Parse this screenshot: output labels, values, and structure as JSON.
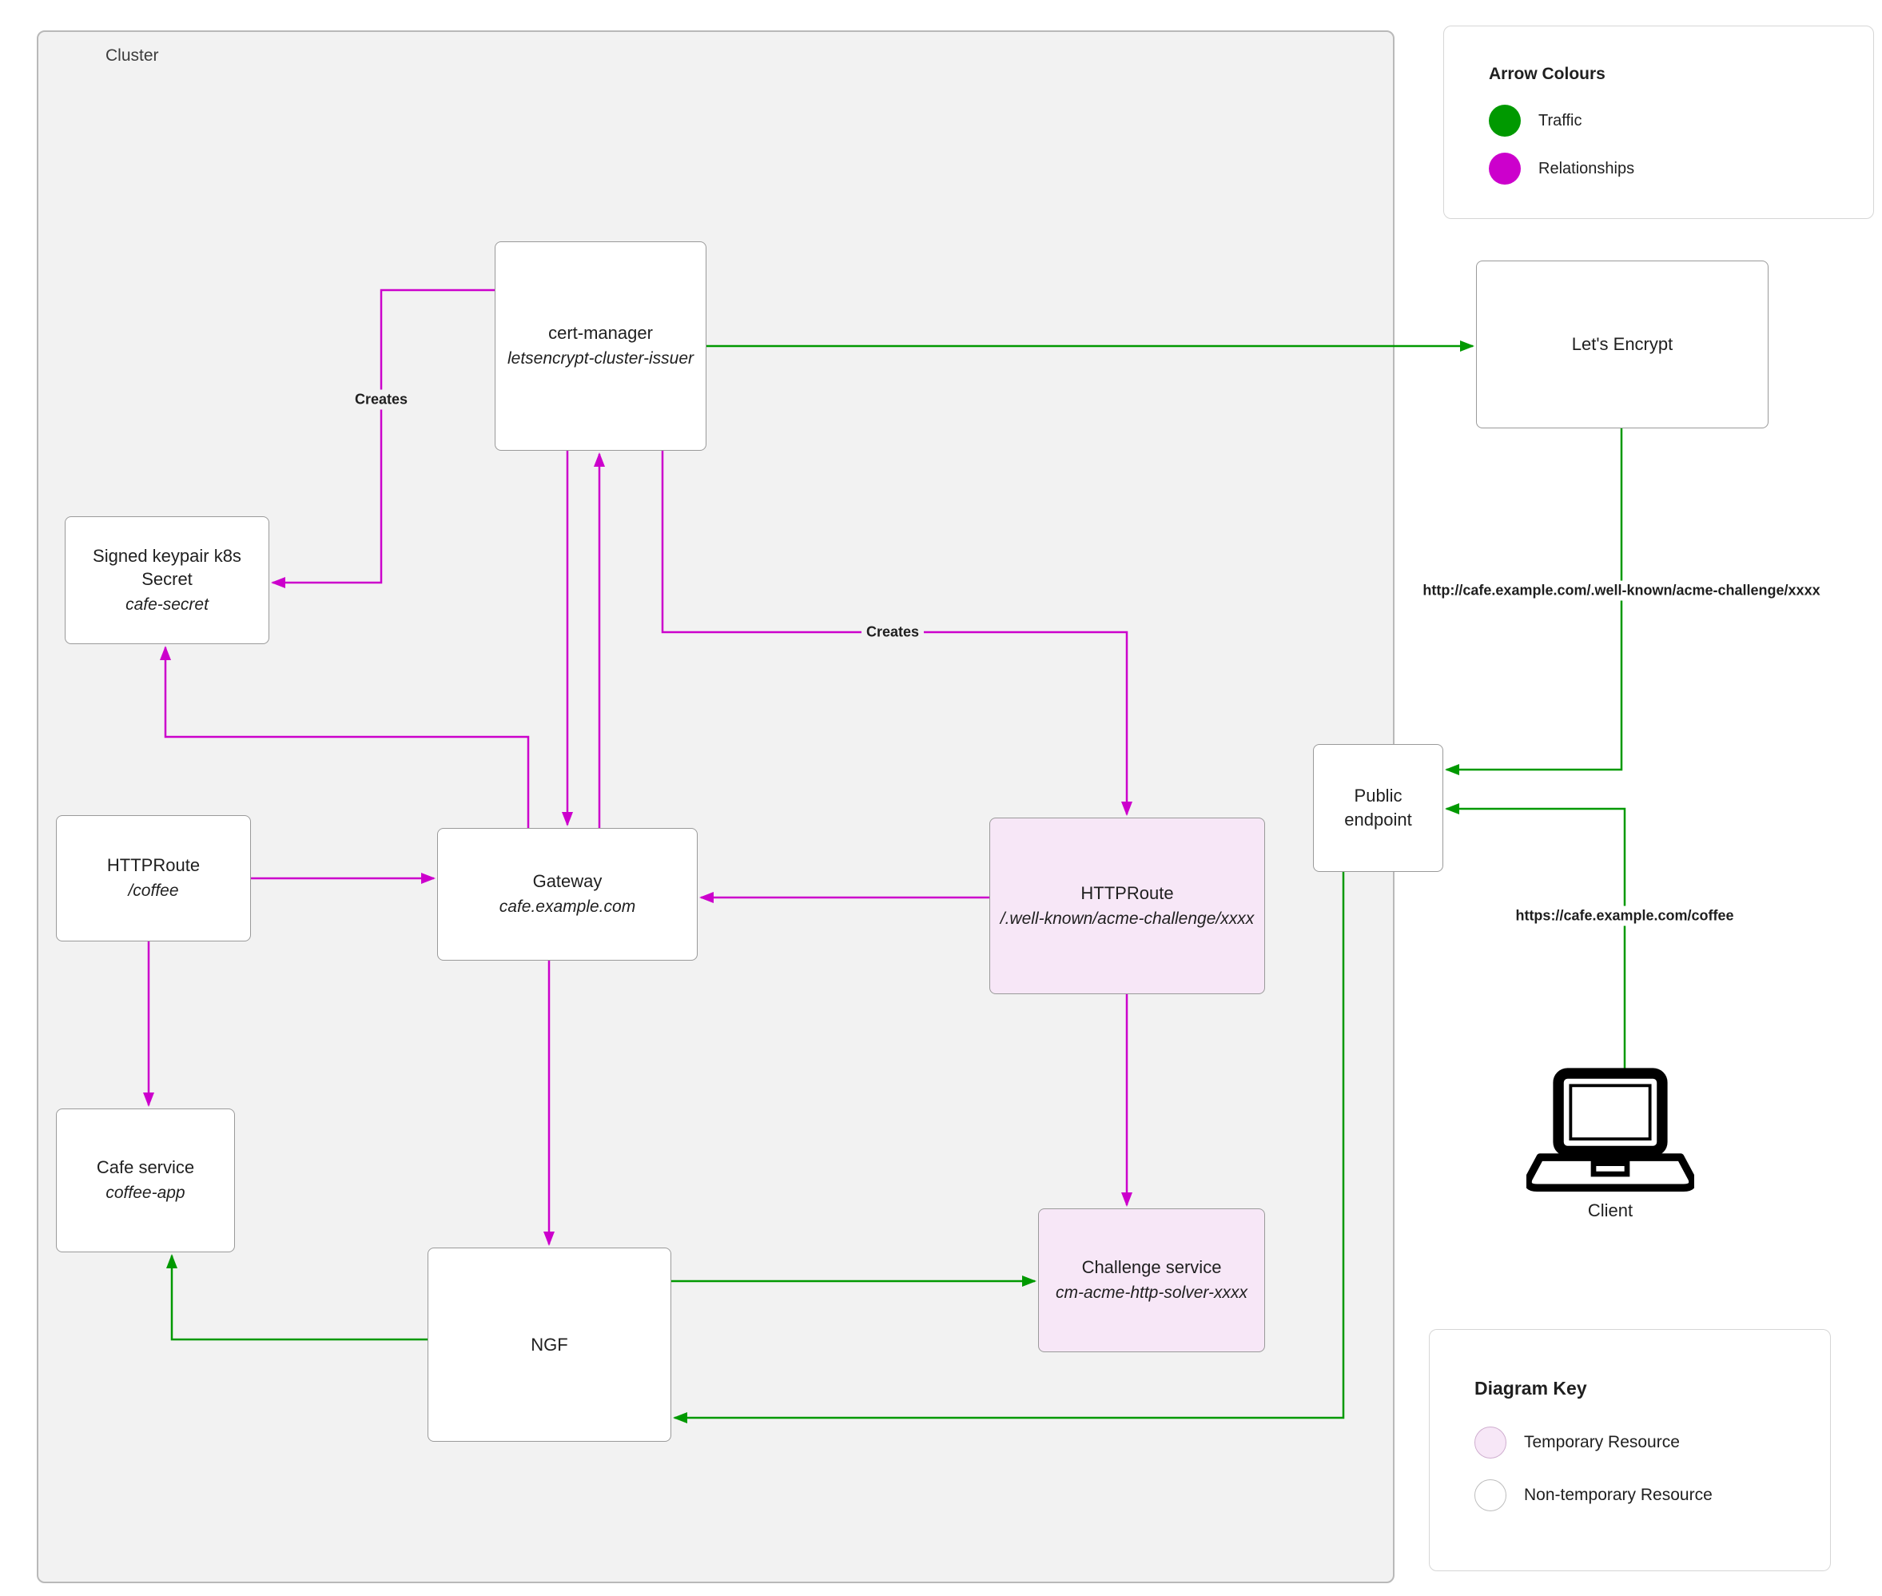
{
  "cluster": {
    "label": "Cluster"
  },
  "nodes": {
    "cert_manager": {
      "title": "cert-manager",
      "subtitle": "letsencrypt-cluster-issuer"
    },
    "lets_encrypt": {
      "title": "Let's Encrypt"
    },
    "signed_keypair": {
      "title": "Signed keypair k8s Secret",
      "subtitle": "cafe-secret"
    },
    "httproute_coffee": {
      "title": "HTTPRoute",
      "subtitle": "/coffee"
    },
    "gateway": {
      "title": "Gateway",
      "subtitle": "cafe.example.com"
    },
    "httproute_acme": {
      "title": "HTTPRoute",
      "subtitle": "/.well-known/acme-challenge/xxxx"
    },
    "public_endpoint": {
      "title": "Public endpoint"
    },
    "cafe_service": {
      "title": "Cafe service",
      "subtitle": "coffee-app"
    },
    "ngf": {
      "title": "NGF"
    },
    "challenge_service": {
      "title": "Challenge service",
      "subtitle": "cm-acme-http-solver-xxxx"
    },
    "client": {
      "label": "Client"
    }
  },
  "edge_labels": {
    "creates_secret": "Creates",
    "creates_httproute": "Creates",
    "acme_url": "http://cafe.example.com/.well-known/acme-challenge/xxxx",
    "coffee_url": "https://cafe.example.com/coffee"
  },
  "legend_arrow_colours": {
    "title": "Arrow Colours",
    "items": [
      {
        "label": "Traffic",
        "color": "#009900"
      },
      {
        "label": "Relationships",
        "color": "#cc00cc"
      }
    ]
  },
  "legend_diagram_key": {
    "title": "Diagram Key",
    "items": [
      {
        "label": "Temporary Resource",
        "fill": "#f7e7f7"
      },
      {
        "label": "Non-temporary Resource",
        "fill": "#ffffff"
      }
    ]
  },
  "colors": {
    "traffic": "#009900",
    "relationships": "#cc00cc",
    "temporary_fill": "#f7e7f7",
    "cluster_fill": "#f2f2f2"
  }
}
